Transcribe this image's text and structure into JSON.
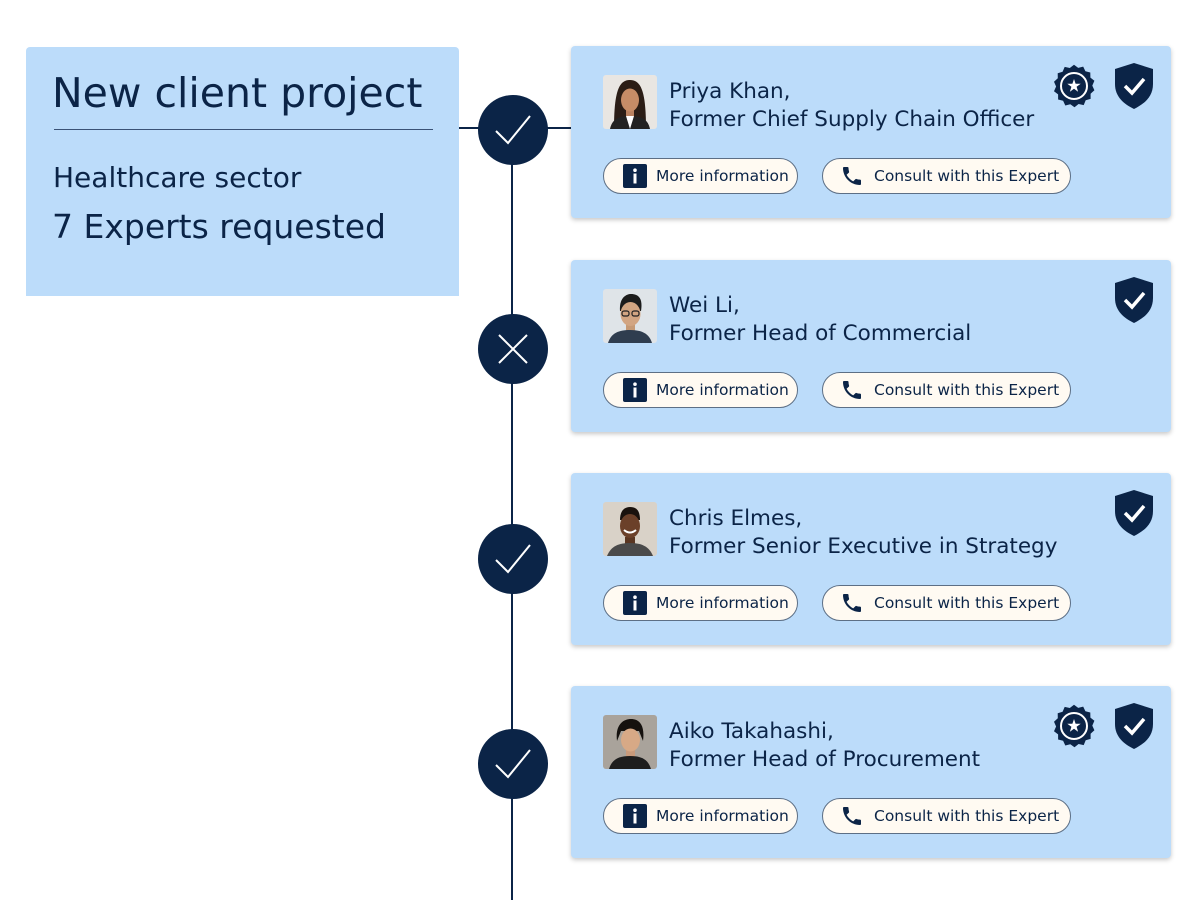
{
  "project": {
    "title": "New client project",
    "sector": "Healthcare sector",
    "experts_requested": "7 Experts requested"
  },
  "colors": {
    "navy": "#0b2447",
    "card_blue": "#bcdcfa",
    "pill_bg": "#fffaf2"
  },
  "experts": [
    {
      "name": "Priya Khan,",
      "role": "Former Chief Supply Chain Officer",
      "status": "accepted",
      "status_icon": "check-icon",
      "badges": [
        "award-badge-icon",
        "verified-shield-icon"
      ],
      "more_info_label": "More information",
      "consult_label": "Consult with this Expert"
    },
    {
      "name": "Wei Li,",
      "role": "Former Head of Commercial",
      "status": "declined",
      "status_icon": "cross-icon",
      "badges": [
        "verified-shield-icon"
      ],
      "more_info_label": "More information",
      "consult_label": "Consult with this Expert"
    },
    {
      "name": "Chris Elmes,",
      "role": "Former Senior Executive in Strategy",
      "status": "accepted",
      "status_icon": "check-icon",
      "badges": [
        "verified-shield-icon"
      ],
      "more_info_label": "More information",
      "consult_label": "Consult with this Expert"
    },
    {
      "name": "Aiko Takahashi,",
      "role": "Former Head of Procurement",
      "status": "accepted",
      "status_icon": "check-icon",
      "badges": [
        "award-badge-icon",
        "verified-shield-icon"
      ],
      "more_info_label": "More information",
      "consult_label": "Consult with this Expert"
    }
  ]
}
